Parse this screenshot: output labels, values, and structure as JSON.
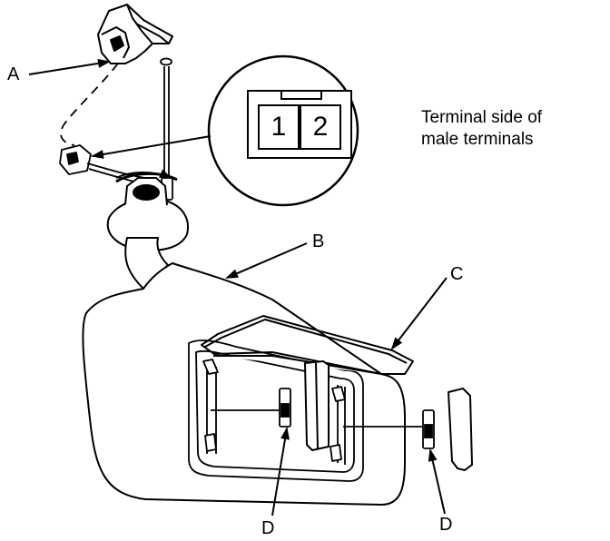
{
  "labels": {
    "a": "A",
    "b": "B",
    "c": "C",
    "d_left": "D",
    "d_right": "D"
  },
  "connector_inset": {
    "pin_1": "1",
    "pin_2": "2",
    "caption_line1": "Terminal side of",
    "caption_line2": "male terminals"
  },
  "colors": {
    "ink": "#000000",
    "paper": "#ffffff"
  }
}
